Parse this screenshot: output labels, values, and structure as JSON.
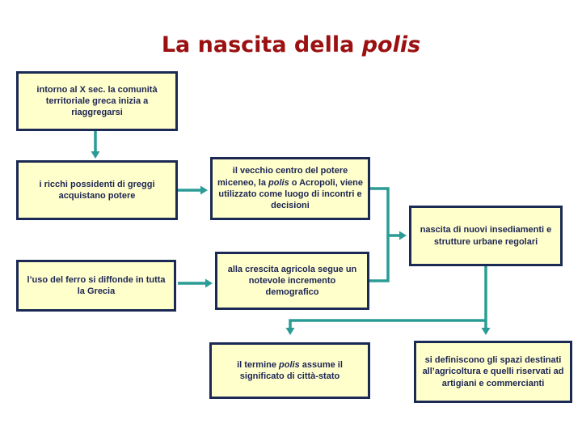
{
  "slide": {
    "title": {
      "prefix": "La nascita della ",
      "italic": "polis"
    }
  },
  "boxes": [
    {
      "id": "box-comunita-territoriale",
      "text": "intorno al X sec. la comunità territoriale greca inizia a riaggregarsi"
    },
    {
      "id": "box-ricchi-possidenti",
      "text": "i ricchi possidenti di greggi acquistano potere"
    },
    {
      "id": "box-vecchio-centro-potere",
      "before": "il vecchio centro del potere miceneo, la ",
      "italic": "polis",
      "after": " o Acropoli, viene utilizzato come luogo di incontri e decisioni"
    },
    {
      "id": "box-nascita-insediamenti",
      "text": "nascita di nuovi insediamenti e strutture urbane regolari"
    },
    {
      "id": "box-uso-del-ferro",
      "text": "l’uso del ferro si diffonde in tutta la Grecia"
    },
    {
      "id": "box-crescita-agricola",
      "text": "alla crescita agricola segue un notevole incremento demografico"
    },
    {
      "id": "box-termine-polis",
      "before": "il termine ",
      "italic": "polis",
      "after": " assume il significato di città-stato"
    },
    {
      "id": "box-definizione-spazi",
      "text": "si definiscono gli spazi destinati all’agricoltura e quelli riservati ad artigiani e commercianti"
    }
  ],
  "edges": [
    {
      "from": "box-comunita-territoriale",
      "to": "box-ricchi-possidenti"
    },
    {
      "from": "box-ricchi-possidenti",
      "to": "box-vecchio-centro-potere"
    },
    {
      "from": "box-vecchio-centro-potere",
      "to": "box-nascita-insediamenti"
    },
    {
      "from": "box-crescita-agricola",
      "to": "box-nascita-insediamenti"
    },
    {
      "from": "box-uso-del-ferro",
      "to": "box-crescita-agricola"
    },
    {
      "from": "box-nascita-insediamenti",
      "to": "box-termine-polis"
    },
    {
      "from": "box-nascita-insediamenti",
      "to": "box-definizione-spazi"
    }
  ],
  "colors": {
    "background": "#ffffff",
    "title_text": "#9b1010",
    "box_fill": "#ffffcc",
    "box_border": "#1b2a55",
    "box_text": "#1d2553",
    "arrow": "#2b9c95"
  }
}
